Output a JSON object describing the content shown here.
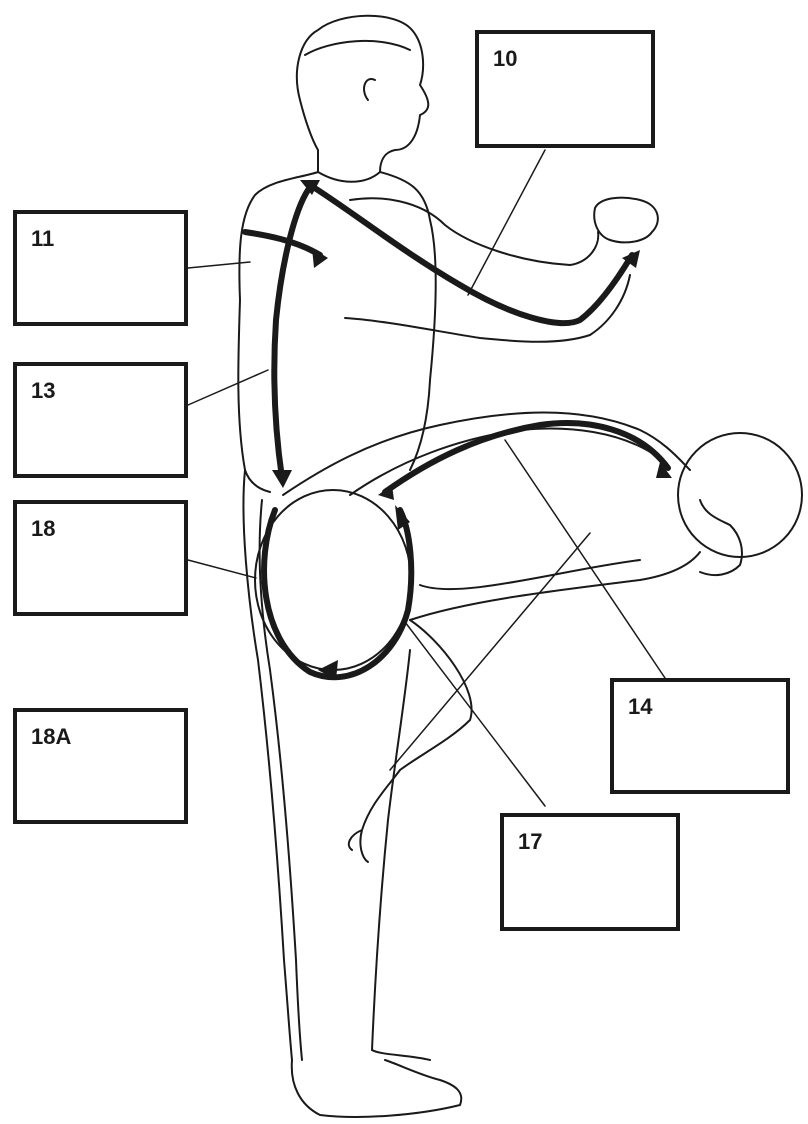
{
  "labels": {
    "box_10": "10",
    "box_11": "11",
    "box_13": "13",
    "box_18": "18",
    "box_18a": "18A",
    "box_14": "14",
    "box_17": "17"
  },
  "colors": {
    "ink": "#1a1a1a",
    "background": "#ffffff"
  }
}
